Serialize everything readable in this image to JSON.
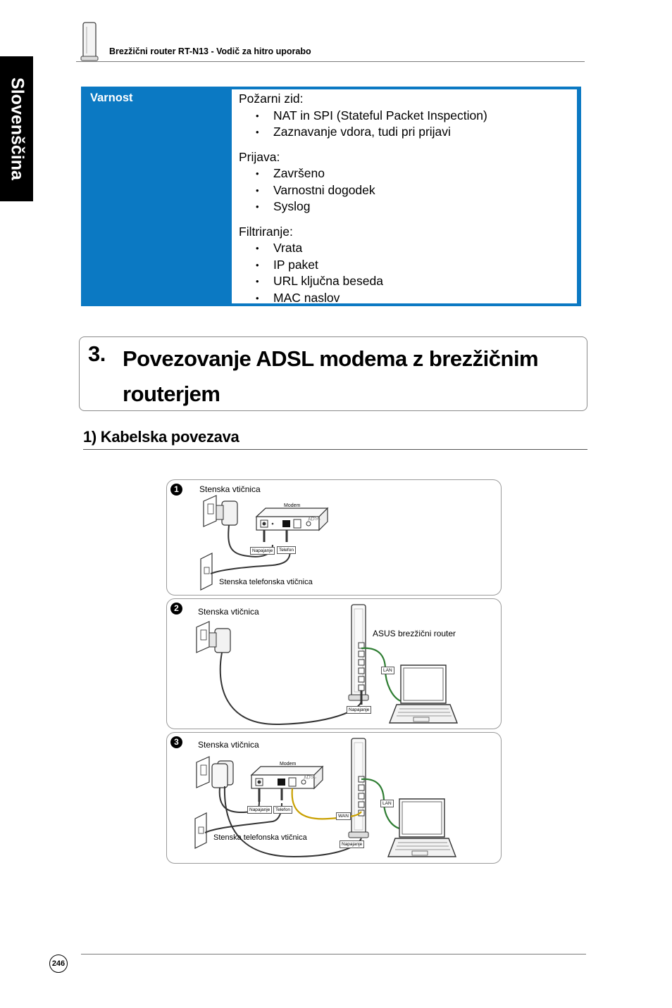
{
  "side_tab": {
    "label": "Slovenščina"
  },
  "header": {
    "title": "Brezžični router RT-N13  - Vodič za hitro uporabo"
  },
  "spec_table": {
    "label": "Varnost",
    "groups": [
      {
        "heading": "Požarni zid:",
        "items": [
          "NAT in SPI (Stateful Packet Inspection)",
          "Zaznavanje vdora, tudi pri prijavi"
        ]
      },
      {
        "heading": "Prijava:",
        "items": [
          "Završeno",
          "Varnostni dogodek",
          "Syslog"
        ]
      },
      {
        "heading": "Filtriranje:",
        "items": [
          "Vrata",
          "IP paket",
          "URL ključna beseda",
          "MAC naslov"
        ]
      }
    ]
  },
  "section": {
    "number": "3.",
    "title": "Povezovanje ADSL modema z brezžičnim routerjem"
  },
  "subsection": {
    "title": "1) Kabelska povezava"
  },
  "diagram": {
    "step1": {
      "badge": "1",
      "wall_outlet": "Stenska vtičnica",
      "modem": "Modem",
      "adsl": "ADSL",
      "power_tag": "Napajanje",
      "phone_tag": "Telefon",
      "phone_jack": "Stenska telefonska vtičnica"
    },
    "step2": {
      "badge": "2",
      "wall_outlet": "Stenska vtičnica",
      "router": "ASUS brezžični router",
      "lan_tag": "LAN",
      "power_tag": "Napajanje"
    },
    "step3": {
      "badge": "3",
      "wall_outlet": "Stenska vtičnica",
      "modem": "Modem",
      "adsl": "ADSL",
      "power_tag": "Napajanje",
      "phone_tag": "Telefon",
      "wan_tag": "WAN",
      "lan_tag": "LAN",
      "phone_jack": "Stenska telefonska vtičnica",
      "router_power_tag": "Napajanje"
    }
  },
  "footer": {
    "page_number": "246"
  },
  "colors": {
    "table_blue": "#0b79c3",
    "lan_cable": "#2e7d32",
    "wan_cable": "#c9a000"
  }
}
